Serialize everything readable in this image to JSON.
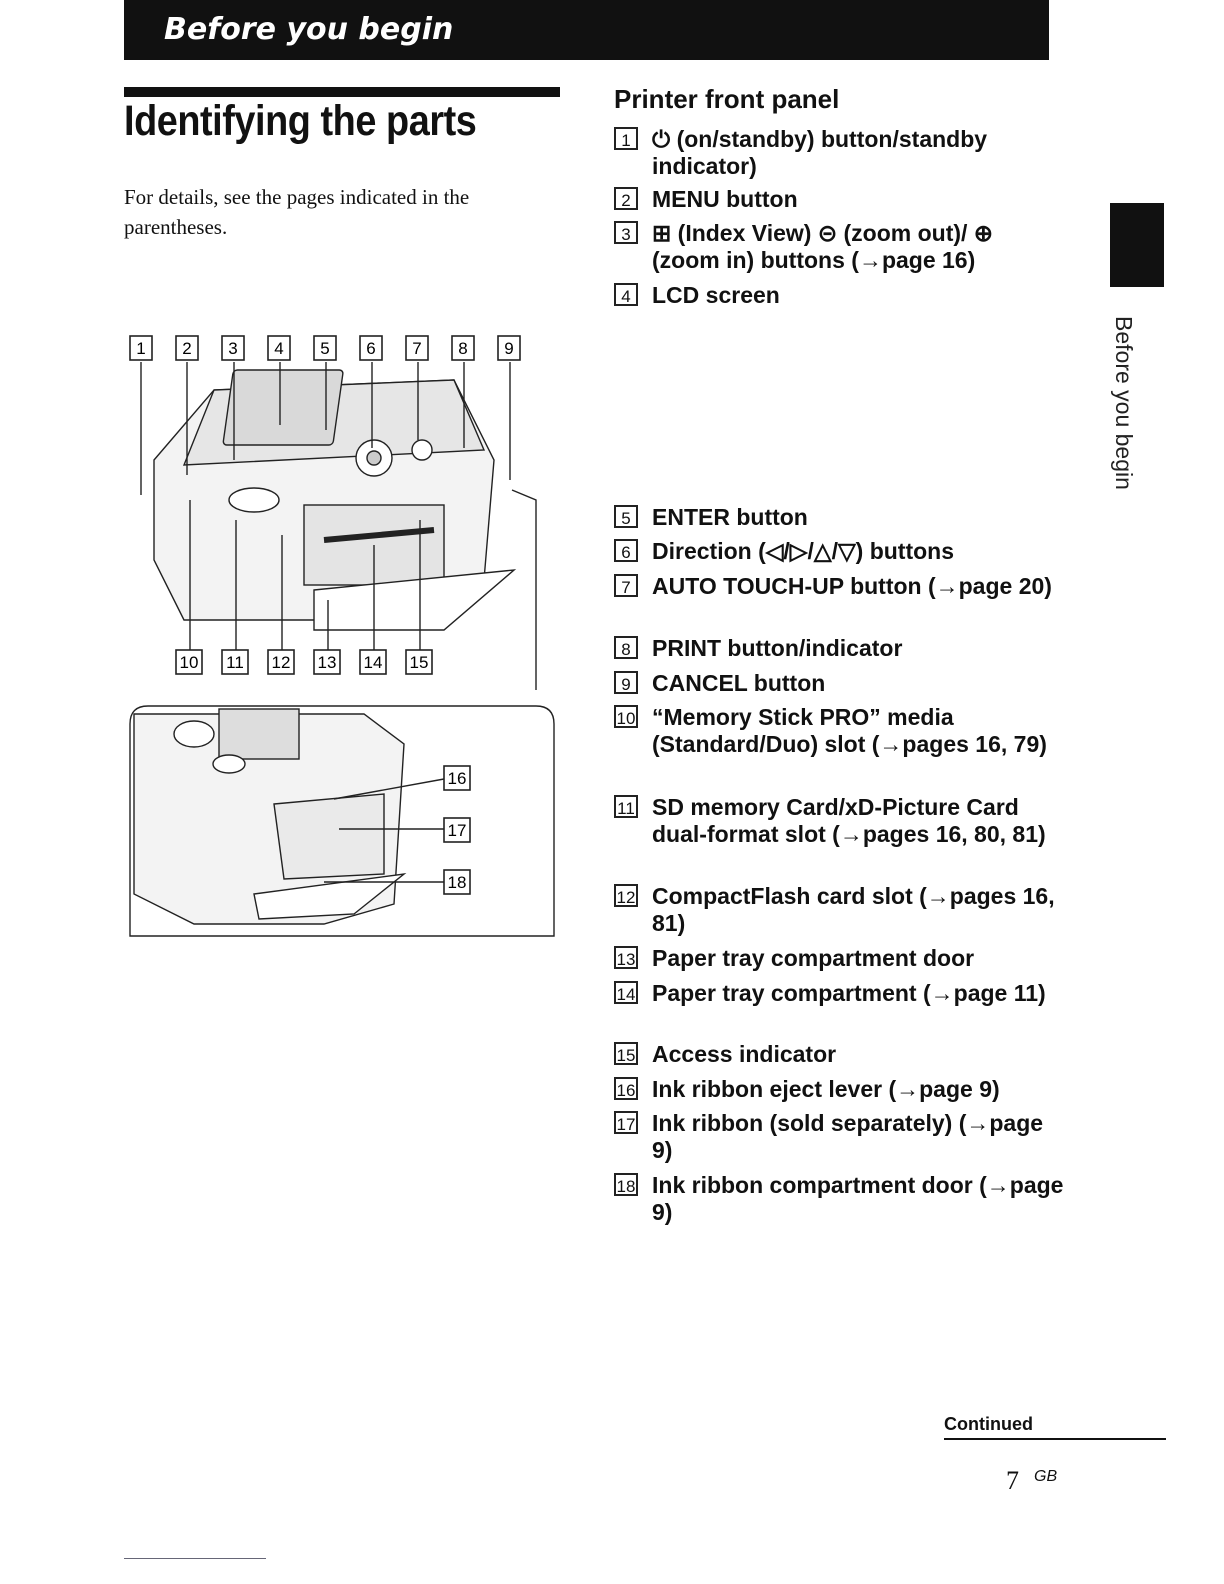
{
  "header": {
    "section": "Before you begin"
  },
  "page": {
    "title": "Identifying the parts",
    "intro": "For details, see the pages indicated in the parentheses.",
    "side_tab_label": "Before you begin",
    "continued": "Continued",
    "page_number": "7",
    "page_suffix": "GB"
  },
  "panel": {
    "title": "Printer front panel"
  },
  "parts": [
    {
      "num": "1",
      "text": "⏻ (on/standby) button/standby indicator)"
    },
    {
      "num": "2",
      "text": "MENU button"
    },
    {
      "num": "3",
      "text": "⊞ (Index View) ⊝ (zoom out)/ ⊕ (zoom in) buttons (→page 16)"
    },
    {
      "num": "4",
      "text": "LCD screen"
    },
    {
      "num": "5",
      "text": "ENTER button"
    },
    {
      "num": "6",
      "text": "Direction (◁/▷/△/▽) buttons"
    },
    {
      "num": "7",
      "text": "AUTO TOUCH-UP button (→page 20)"
    },
    {
      "num": "8",
      "text": "PRINT button/indicator"
    },
    {
      "num": "9",
      "text": "CANCEL button"
    },
    {
      "num": "10",
      "text": "“Memory Stick PRO” media (Standard/Duo) slot (→pages 16, 79)"
    },
    {
      "num": "11",
      "text": "SD memory Card/xD-Picture Card dual-format slot (→pages 16, 80, 81)"
    },
    {
      "num": "12",
      "text": "CompactFlash card slot (→pages 16, 81)"
    },
    {
      "num": "13",
      "text": "Paper tray compartment door"
    },
    {
      "num": "14",
      "text": "Paper tray compartment (→page 11)"
    },
    {
      "num": "15",
      "text": "Access indicator"
    },
    {
      "num": "16",
      "text": "Ink ribbon eject lever (→page 9)"
    },
    {
      "num": "17",
      "text": "Ink ribbon (sold separately) (→page 9)"
    },
    {
      "num": "18",
      "text": "Ink ribbon compartment door (→page 9)"
    }
  ],
  "figure_labels": {
    "top": [
      "1",
      "2",
      "3",
      "4",
      "5",
      "6",
      "7",
      "8",
      "9"
    ],
    "bottom": [
      "10",
      "11",
      "12",
      "13",
      "14",
      "15"
    ],
    "inset": [
      "16",
      "17",
      "18"
    ]
  }
}
